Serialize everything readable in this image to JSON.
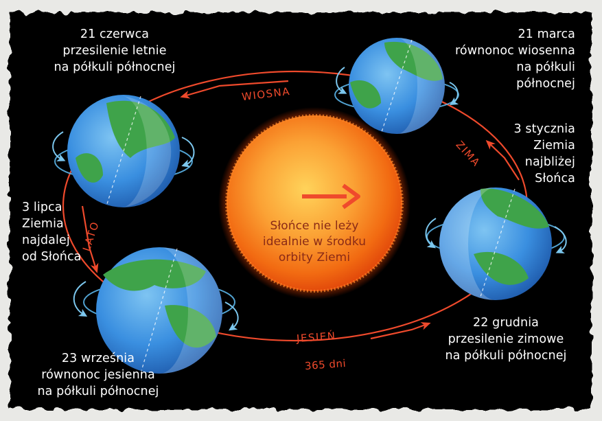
{
  "labels": {
    "june": [
      "21 czerwca",
      "przesilenie letnie",
      "na półkuli północnej"
    ],
    "march": [
      "21 marca",
      "równonoc wiosenna",
      "na półkuli",
      "północnej"
    ],
    "january": [
      "3 stycznia",
      "Ziemia",
      "najbliżej",
      "Słońca"
    ],
    "july": [
      "3 lipca",
      "Ziemia",
      "najdalej",
      "od Słońca"
    ],
    "december": [
      "22 grudnia",
      "przesilenie zimowe",
      "na półkuli północnej"
    ],
    "september": [
      "23 września",
      "równonoc jesienna",
      "na półkuli północnej"
    ]
  },
  "sun_note": [
    "Słońce nie leży",
    "idealnie w środku",
    "orbity Ziemi"
  ],
  "seasons": {
    "spring": "WIOSNA",
    "winter": "ZIMA",
    "summer": "LATO",
    "autumn": "JESIEŃ"
  },
  "period": "365 dni",
  "colors": {
    "background": "#050505",
    "orbit": "#ef4a2c",
    "sun": "#f46a10",
    "ocean": "#3a8fe0",
    "land": "#3fa34a",
    "spin_arrow": "#7cc7ee"
  }
}
